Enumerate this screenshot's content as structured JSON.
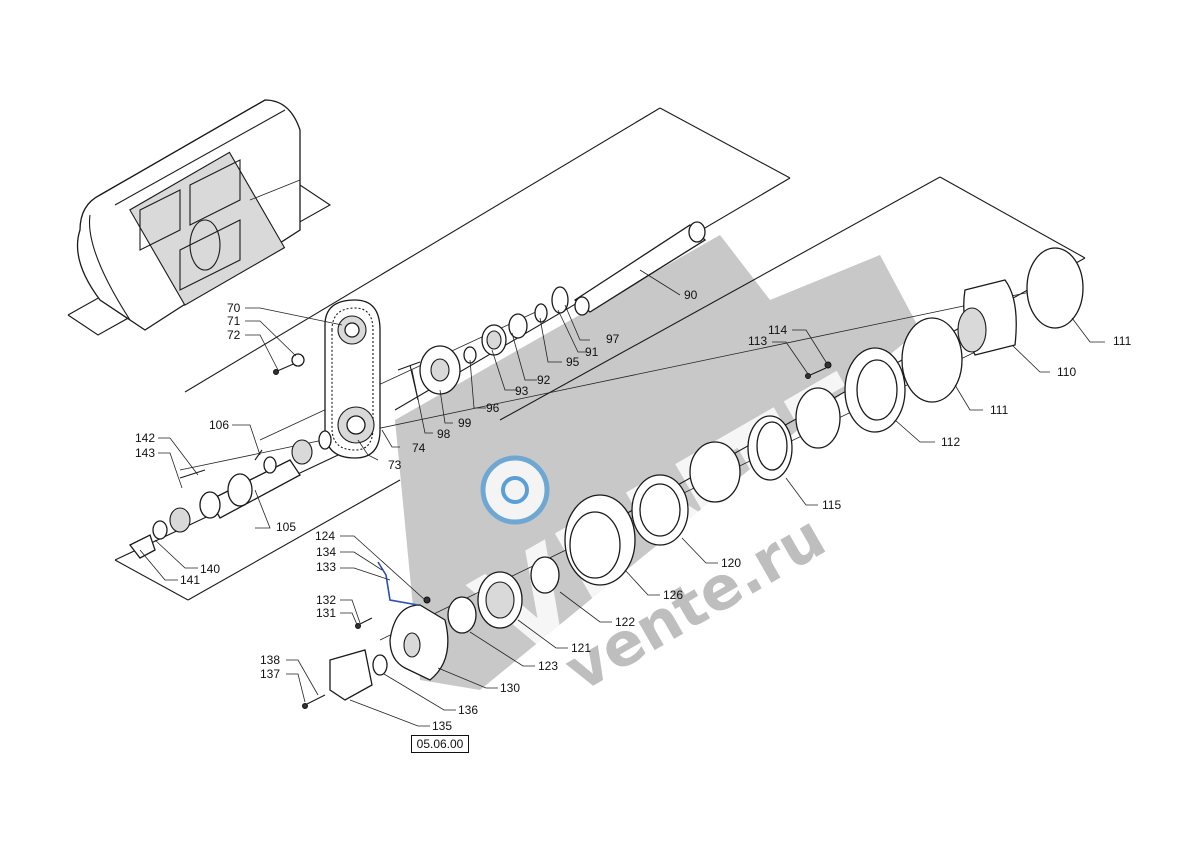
{
  "drawing_reference": "05.06.00",
  "watermark": {
    "text": "VENTE",
    "domain_text": "vente.ru"
  },
  "callouts": [
    {
      "id": "70",
      "text": "70"
    },
    {
      "id": "71",
      "text": "71"
    },
    {
      "id": "72",
      "text": "72"
    },
    {
      "id": "73",
      "text": "73"
    },
    {
      "id": "74",
      "text": "74"
    },
    {
      "id": "90",
      "text": "90"
    },
    {
      "id": "91",
      "text": "91"
    },
    {
      "id": "92",
      "text": "92"
    },
    {
      "id": "93",
      "text": "93"
    },
    {
      "id": "95",
      "text": "95"
    },
    {
      "id": "96",
      "text": "96"
    },
    {
      "id": "97",
      "text": "97"
    },
    {
      "id": "98",
      "text": "98"
    },
    {
      "id": "99",
      "text": "99"
    },
    {
      "id": "105",
      "text": "105"
    },
    {
      "id": "106",
      "text": "106"
    },
    {
      "id": "110",
      "text": "110"
    },
    {
      "id": "111a",
      "text": "111"
    },
    {
      "id": "111b",
      "text": "111"
    },
    {
      "id": "112",
      "text": "112"
    },
    {
      "id": "113",
      "text": "113"
    },
    {
      "id": "114",
      "text": "114"
    },
    {
      "id": "115",
      "text": "115"
    },
    {
      "id": "120",
      "text": "120"
    },
    {
      "id": "121",
      "text": "121"
    },
    {
      "id": "122",
      "text": "122"
    },
    {
      "id": "123",
      "text": "123"
    },
    {
      "id": "124",
      "text": "124"
    },
    {
      "id": "126",
      "text": "126"
    },
    {
      "id": "130",
      "text": "130"
    },
    {
      "id": "131",
      "text": "131"
    },
    {
      "id": "132",
      "text": "132"
    },
    {
      "id": "133",
      "text": "133"
    },
    {
      "id": "134",
      "text": "134"
    },
    {
      "id": "135",
      "text": "135"
    },
    {
      "id": "136",
      "text": "136"
    },
    {
      "id": "137",
      "text": "137"
    },
    {
      "id": "138",
      "text": "138"
    },
    {
      "id": "140",
      "text": "140"
    },
    {
      "id": "141",
      "text": "141"
    },
    {
      "id": "142",
      "text": "142"
    },
    {
      "id": "143",
      "text": "143"
    }
  ]
}
